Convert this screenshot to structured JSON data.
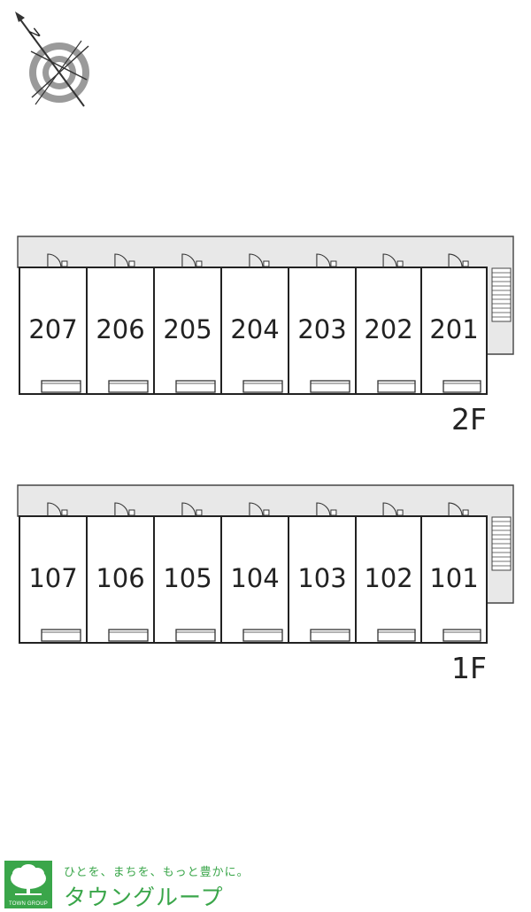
{
  "compass": {
    "north_label": "N",
    "icon": "north-arrow-icon"
  },
  "floors": [
    {
      "id": "2F",
      "label": "2F",
      "units": [
        "207",
        "206",
        "205",
        "204",
        "203",
        "202",
        "201"
      ]
    },
    {
      "id": "1F",
      "label": "1F",
      "units": [
        "107",
        "106",
        "105",
        "104",
        "103",
        "102",
        "101"
      ]
    }
  ],
  "brand": {
    "tagline": "ひとを、まちを、もっと豊かに。",
    "name": "タウングループ",
    "logo_caption": "TOWN GROUP",
    "color": "#3aa64a"
  }
}
